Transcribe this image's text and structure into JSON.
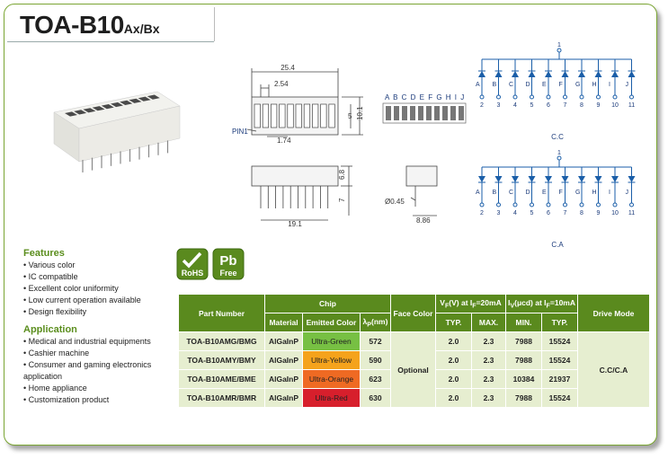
{
  "title": {
    "main": "TOA-B10",
    "suffix": "Ax/Bx"
  },
  "features": {
    "heading": "Features",
    "items": [
      "Various color",
      "IC compatible",
      "Excellent color uniformity",
      "Low current operation available",
      "Design flexibility"
    ]
  },
  "application": {
    "heading": "Application",
    "items": [
      "Medical and industrial equipments",
      "Cashier machine",
      "Consumer and gaming electronics application",
      "Home appliance",
      "Customization product"
    ]
  },
  "badges": {
    "rohs": "RoHS",
    "pb": "Pb",
    "free": "Free"
  },
  "drawing": {
    "dims": {
      "d254": "25.4",
      "d2_54": "2.54",
      "d1_74": "1.74",
      "d5": "5",
      "d10_1": "10.1",
      "d6_8": "6.8",
      "d7": "7",
      "d19_1": "19.1",
      "d0_45": "Ø0.45",
      "d8_86": "8.86"
    },
    "pin1": "PIN1",
    "segment_letters": "A B C D E F G H I J",
    "cc_label": "C.C",
    "ca_label": "C.A",
    "common_pin": "1",
    "seg_labels": [
      "A",
      "B",
      "C",
      "D",
      "E",
      "F",
      "G",
      "H",
      "I",
      "J"
    ],
    "pin_numbers": [
      "2",
      "3",
      "4",
      "5",
      "6",
      "7",
      "8",
      "9",
      "10",
      "11"
    ]
  },
  "table": {
    "headers": {
      "part": "Part Number",
      "chip": "Chip",
      "material": "Material",
      "emitted": "Emitted Color",
      "lambda": "λ",
      "lambda_sub": "P",
      "lambda_unit": "(nm)",
      "face": "Face Color",
      "vf": "V",
      "vf_sub": "F",
      "vf_rest": "(V) at I",
      "vf_sub2": "F",
      "vf_cond": "=20mA",
      "iv": "I",
      "iv_sub": "V",
      "iv_rest": "(μcd) at I",
      "iv_sub2": "F",
      "iv_cond": "=10mA",
      "drive": "Drive Mode",
      "typ": "TYP.",
      "max": "MAX.",
      "min": "MIN.",
      "typ2": "TYP."
    },
    "face_color": "Optional",
    "drive_mode": "C.C/C.A",
    "rows": [
      {
        "part": "TOA-B10AMG/BMG",
        "material": "AlGaInP",
        "color": "Ultra-Green",
        "color_hex": "#77c043",
        "lambda": "572",
        "vf_typ": "2.0",
        "vf_max": "2.3",
        "iv_min": "7988",
        "iv_typ": "15524"
      },
      {
        "part": "TOA-B10AMY/BMY",
        "material": "AlGaInP",
        "color": "Ultra-Yellow",
        "color_hex": "#f5a31c",
        "lambda": "590",
        "vf_typ": "2.0",
        "vf_max": "2.3",
        "iv_min": "7988",
        "iv_typ": "15524"
      },
      {
        "part": "TOA-B10AME/BME",
        "material": "AlGaInP",
        "color": "Ultra-Orange",
        "color_hex": "#ef6a23",
        "lambda": "623",
        "vf_typ": "2.0",
        "vf_max": "2.3",
        "iv_min": "10384",
        "iv_typ": "21937"
      },
      {
        "part": "TOA-B10AMR/BMR",
        "material": "AlGaInP",
        "color": "Ultra-Red",
        "color_hex": "#d71f2c",
        "lambda": "630",
        "vf_typ": "2.0",
        "vf_max": "2.3",
        "iv_min": "7988",
        "iv_typ": "15524"
      }
    ]
  },
  "colors": {
    "accent": "#5a8a1e",
    "border": "#7aa532",
    "cell": "#e6eed0",
    "drawing": "#2a4a7a",
    "circuit": "#1a5ea8"
  }
}
